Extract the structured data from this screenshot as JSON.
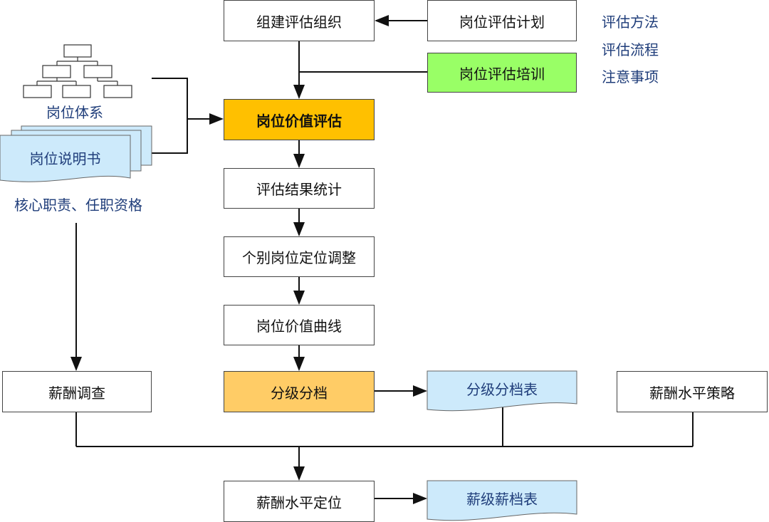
{
  "boxes": {
    "build_org": "组建评估组织",
    "plan": "岗位评估计划",
    "training": "岗位评估培训",
    "value_eval": "岗位价值评估",
    "stats": "评估结果统计",
    "adjust": "个别岗位定位调整",
    "curve": "岗位价值曲线",
    "grading": "分级分档",
    "salary_survey": "薪酬调查",
    "salary_strategy": "薪酬水平策略",
    "salary_position": "薪酬水平定位"
  },
  "documents": {
    "grade_table": "分级分档表",
    "pay_table": "薪级薪档表",
    "job_desc": "岗位说明书"
  },
  "labels": {
    "job_system": "岗位体系",
    "job_desc_note": "核心职责、任职资格"
  },
  "training_topics": [
    "评估方法",
    "评估流程",
    "注意事项"
  ],
  "colors": {
    "training": "#99ff66",
    "value_eval": "#ffc000",
    "grading": "#ffcc66",
    "doc": "#cdeafb",
    "text_blue": "#1f3d7a"
  }
}
